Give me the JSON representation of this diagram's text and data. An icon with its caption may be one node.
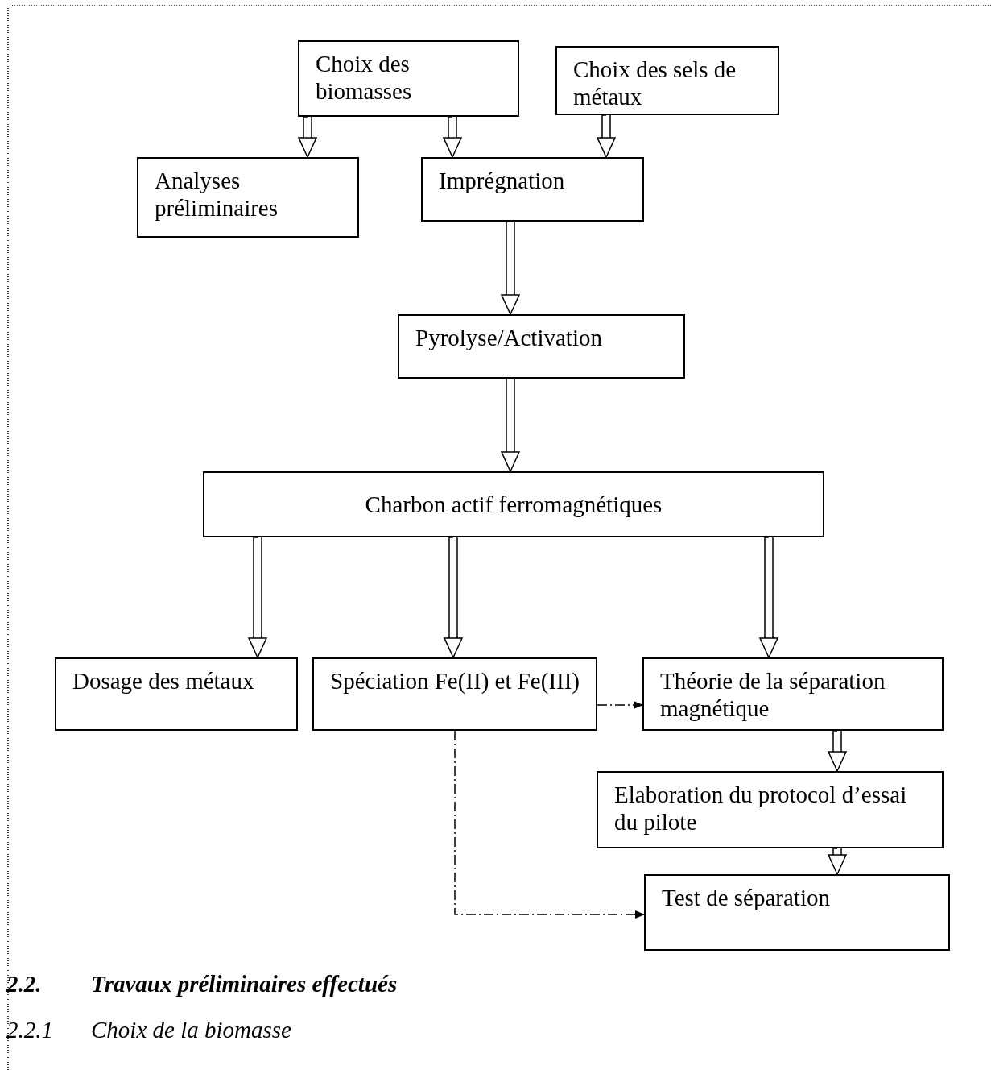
{
  "diagram": {
    "nodes": [
      {
        "text": [
          "Choix des biomasses"
        ]
      },
      {
        "text": [
          "Choix des sels de métaux"
        ]
      },
      {
        "text": [
          "Analyses préliminaires"
        ]
      },
      {
        "text": [
          "Imprégnation"
        ]
      },
      {
        "text": [
          "Pyrolyse/Activation"
        ]
      },
      {
        "text": [
          "Charbon actif ferromagnétiques"
        ]
      },
      {
        "text": [
          "Dosage des métaux"
        ]
      },
      {
        "text": [
          "Spéciation Fe(II) et Fe(III)"
        ]
      },
      {
        "text": [
          "Théorie de la séparation magnétique"
        ]
      },
      {
        "text": [
          "Elaboration du protocol d’essai du pilote"
        ]
      },
      {
        "text": [
          "Test de séparation"
        ]
      }
    ],
    "edges": [
      {
        "from": 0,
        "to": 2,
        "arrow": "to"
      },
      {
        "from": 0,
        "to": 3,
        "arrow": "to"
      },
      {
        "from": 1,
        "to": 3,
        "arrow": "to"
      },
      {
        "from": 3,
        "to": 4,
        "arrow": "to"
      },
      {
        "from": 4,
        "to": 5,
        "arrow": "to"
      },
      {
        "from": 5,
        "to": 6,
        "arrow": "to"
      },
      {
        "from": 5,
        "to": 7,
        "arrow": "to"
      },
      {
        "from": 5,
        "to": 8,
        "arrow": "to"
      },
      {
        "from": 7,
        "to": 8,
        "arrow": "to",
        "style": "dashed"
      },
      {
        "from": 8,
        "to": 9,
        "arrow": "to"
      },
      {
        "from": 9,
        "to": 10,
        "arrow": "to"
      },
      {
        "from": 7,
        "to": 10,
        "arrow": "to",
        "style": "dashed"
      }
    ],
    "labels": [
      "2.2.",
      "Travaux préliminaires effectués",
      "2.2.1",
      "Choix de la biomasse"
    ]
  }
}
